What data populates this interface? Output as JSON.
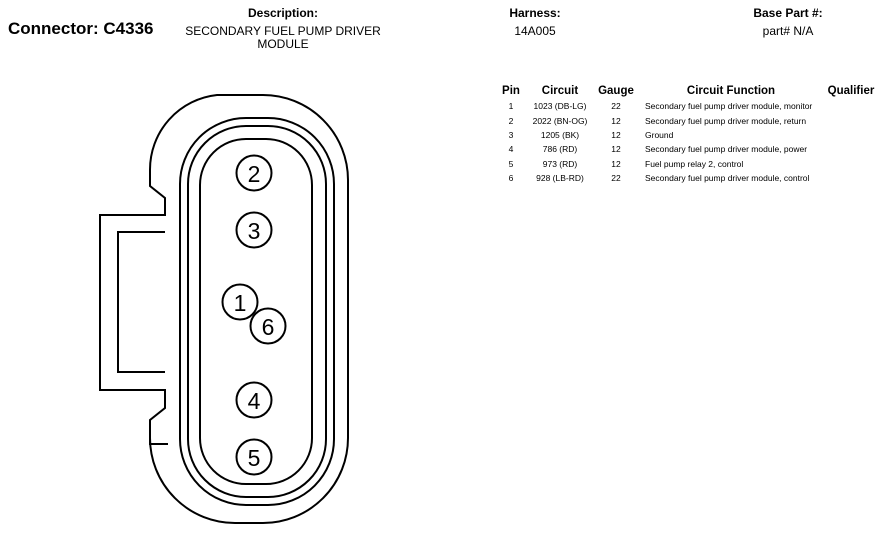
{
  "connector": {
    "label": "Connector:",
    "id": "C4336"
  },
  "description": {
    "label": "Description:",
    "line1": "SECONDARY FUEL PUMP DRIVER",
    "line2": "MODULE"
  },
  "harness": {
    "label": "Harness:",
    "value": "14A005"
  },
  "base_part": {
    "label": "Base Part #:",
    "value": "part# N/A"
  },
  "table": {
    "headers": {
      "pin": "Pin",
      "circuit": "Circuit",
      "gauge": "Gauge",
      "function": "Circuit Function",
      "qualifier": "Qualifier"
    },
    "rows": [
      {
        "pin": "1",
        "circuit": "1023 (DB-LG)",
        "gauge": "22",
        "function": "Secondary fuel pump driver module, monitor",
        "qualifier": ""
      },
      {
        "pin": "2",
        "circuit": "2022 (BN-OG)",
        "gauge": "12",
        "function": "Secondary fuel pump driver module, return",
        "qualifier": ""
      },
      {
        "pin": "3",
        "circuit": "1205 (BK)",
        "gauge": "12",
        "function": "Ground",
        "qualifier": ""
      },
      {
        "pin": "4",
        "circuit": "786 (RD)",
        "gauge": "12",
        "function": "Secondary fuel pump driver module, power",
        "qualifier": ""
      },
      {
        "pin": "5",
        "circuit": "973 (RD)",
        "gauge": "12",
        "function": "Fuel pump relay 2, control",
        "qualifier": ""
      },
      {
        "pin": "6",
        "circuit": "928 (LB-RD)",
        "gauge": "22",
        "function": "Secondary fuel pump driver module, control",
        "qualifier": ""
      }
    ]
  },
  "pins": [
    "2",
    "3",
    "1",
    "6",
    "4",
    "5"
  ]
}
